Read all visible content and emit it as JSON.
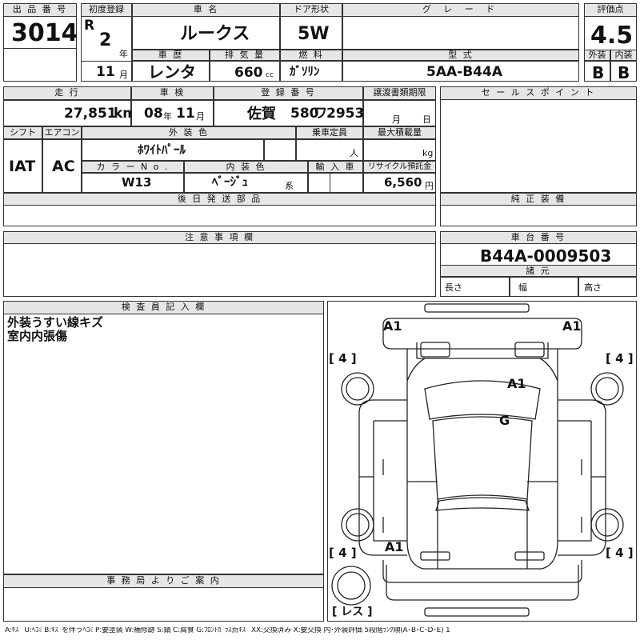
{
  "top": {
    "lot_no_label": "出 品 番 号",
    "lot_no": "3014",
    "first_reg_label": "初度登録",
    "era": "R",
    "era_year": "2",
    "year_unit": "年",
    "first_reg_month": "11",
    "month_unit": "月",
    "car_name_label": "車 名",
    "car_name": "ルークス",
    "door_label": "ドア形状",
    "door": "5W",
    "grade_label": "グ レ ー ド",
    "grade": "",
    "score_label": "評価点",
    "score": "4.5",
    "history_label": "車 歴",
    "history": "レンタ",
    "displacement_label": "排 気 量",
    "displacement": "660",
    "displacement_unit": "cc",
    "fuel_label": "燃 料",
    "fuel": "ｶﾞｿﾘﾝ",
    "model_label": "型 式",
    "model": "5AA-B44A",
    "exterior_label": "外装",
    "exterior": "B",
    "interior_label": "内装",
    "interior": "B"
  },
  "row2": {
    "mileage_label": "走 行",
    "mileage": "27,851",
    "mileage_unit": "km",
    "inspection_label": "車 検",
    "inspection_year": "08",
    "inspection_year_unit": "年",
    "inspection_month": "11",
    "inspection_month_unit": "月",
    "reg_no_label": "登 録 番 号",
    "reg_place": "佐賀",
    "reg_class": "580",
    "reg_kana": "ワ",
    "reg_number": "2953",
    "transfer_label": "譲渡書類期限",
    "transfer_month_unit": "月",
    "transfer_day_unit": "日",
    "sales_points_label": "セ ー ル ス ポ イ ン ト"
  },
  "row3": {
    "shift_label": "シフト",
    "shift": "IAT",
    "ac_label": "エアコン",
    "ac": "AC",
    "ext_color_label": "外 装 色",
    "ext_color": "ﾎﾜｲﾄﾊﾟｰﾙ",
    "capacity_label": "乗車定員",
    "capacity_unit": "人",
    "max_load_label": "最大積載量",
    "max_load_unit": "kg",
    "color_no_label": "カ ラ ー N o .",
    "color_no": "W13",
    "int_color_label": "内 装 色",
    "int_color": "ﾍﾞｰｼﾞｭ",
    "int_color_unit": "系",
    "import_label": "輸 入 車",
    "recycle_label": "リサイクル預託金",
    "recycle": "6,560",
    "recycle_unit": "円"
  },
  "later_parts_label": "後 日 発 送 部 品",
  "genuine_equipment_label": "純 正 装 備",
  "notes_label": "注 意 事 項 欄",
  "chassis_label": "車 台 番 号",
  "chassis": "B44A-0009503",
  "dims_label": "諸 元",
  "length_label": "長さ",
  "width_label": "幅",
  "height_label": "高さ",
  "inspector_label": "検 査 員 記 入 欄",
  "inspector_comments": [
    "外装うすい線キズ",
    "室内内張傷"
  ],
  "office_label": "事 務 局 よ り ご 案 内",
  "diagram": {
    "front_left": "A1",
    "front_right": "A1",
    "roof": "A1",
    "glass": "G",
    "rear_left": "A1",
    "tire_fl": "[ 4 ]",
    "tire_fr": "[ 4 ]",
    "tire_rl": "[ 4 ]",
    "tire_rr": "[ 4 ]",
    "spare": "[ レス ]"
  },
  "legend": "A:ｷｽﾞ U:ﾍｺﾐ B:ｷｽﾞを伴うﾍｺﾐ P:要塗装 W:補修跡 S:錆 C:腐食 G:ﾌﾛﾝﾄｶﾞﾗｽ点ｷｽﾞ XX:交換済み X:要交換 内･外装評価 5段階ﾗﾝｸ順(A･B･C･D･E) 1"
}
